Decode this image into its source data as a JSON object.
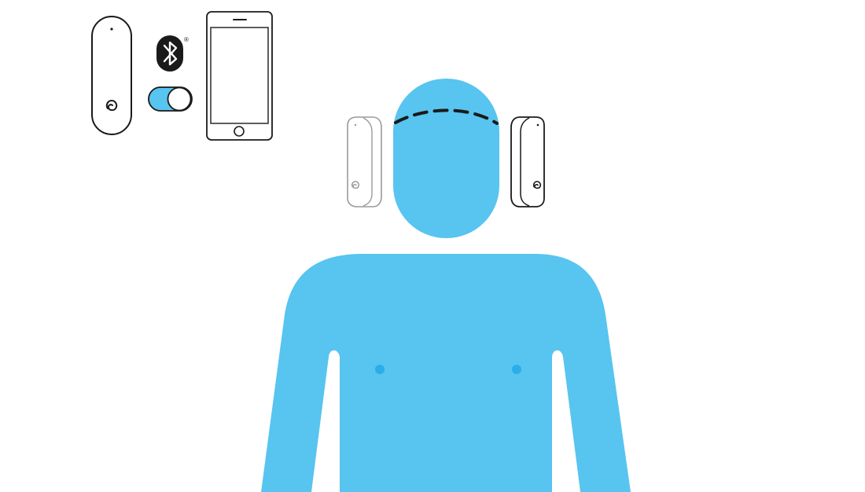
{
  "scene": {
    "background": "#ffffff",
    "body_color": "#58c4f0",
    "nipple_color": "#29aee8",
    "outline_color": "#1a1a1a",
    "faded_outline_color": "#9a9a9a",
    "toggle_on_color": "#58c4f0",
    "bluetooth_badge_color": "#1a1a1a",
    "placement_guide": "dashed-line-across-forehead"
  },
  "icons": {
    "sensor": "wearable-sensor-device-icon",
    "bluetooth": "bluetooth-icon",
    "toggle": "bluetooth-toggle-switch",
    "phone": "smartphone-icon",
    "sensor_logo": "brand-logo-icon"
  },
  "bluetooth": {
    "registered_mark": "®",
    "toggle_state": "on"
  },
  "placement": {
    "left_sensor": "faded",
    "right_sensor": "active"
  }
}
